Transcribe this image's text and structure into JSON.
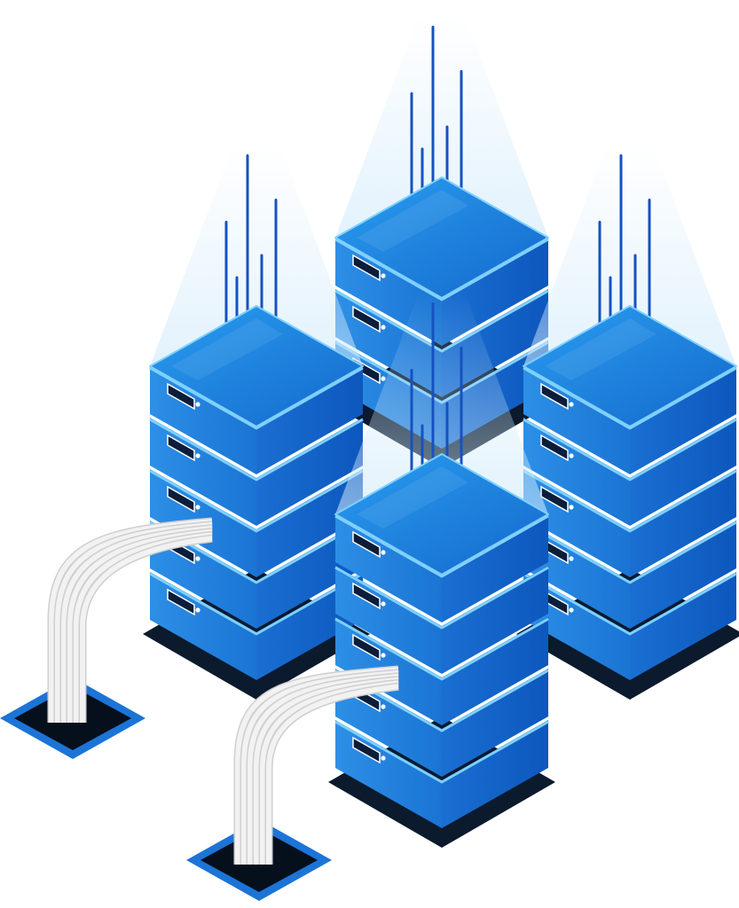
{
  "illustration": {
    "subject": "server-racks",
    "towers": [
      {
        "name": "back",
        "units": 3
      },
      {
        "name": "left",
        "units": 5
      },
      {
        "name": "right",
        "units": 5
      },
      {
        "name": "front",
        "units": 5
      }
    ],
    "cables": [
      {
        "name": "left-cable",
        "strands": 6
      },
      {
        "name": "front-cable",
        "strands": 6
      }
    ],
    "colors": {
      "top_light": "#2a9ef0",
      "top_dark": "#1468cc",
      "side_left": "#1f83dd",
      "side_right": "#0f5fc6",
      "rim": "#7fd0ff",
      "base": "#0b1a2c",
      "slot": "#0c1d3a",
      "beam": "#cfe9fb",
      "data_line": "#1552c0",
      "cable": "#f2f2f2",
      "cable_shade": "#cfcfcf",
      "hole_rim": "#1c74d6"
    }
  }
}
